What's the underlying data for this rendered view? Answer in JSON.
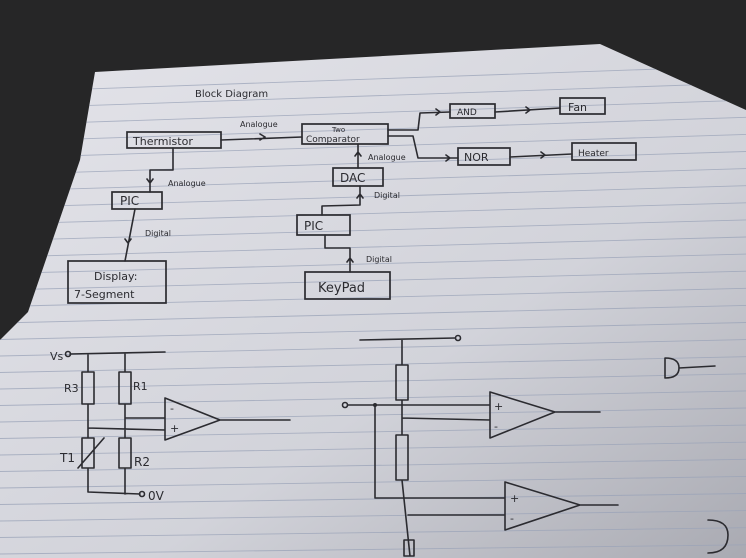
{
  "title": "Block Diagram",
  "blocks": {
    "thermistor": "Thermistor",
    "pic_left": "PIC",
    "display_line1": "Display:",
    "display_line2": "7-Segment",
    "comparator_line1": "Two",
    "comparator_line2": "Comparator",
    "dac": "DAC",
    "pic_right": "PIC",
    "keypad": "KeyPad",
    "and_gate": "AND",
    "nor_gate": "NOR",
    "fan": "Fan",
    "heater": "Heater"
  },
  "signals": {
    "thermistor_to_comparator": "Analogue",
    "thermistor_to_pic": "Analogue",
    "pic_to_display": "Digital",
    "dac_to_comparator": "Analogue",
    "pic_to_dac": "Digital",
    "keypad_to_pic": "Digital"
  },
  "circuit": {
    "supply": "Vs",
    "r3": "R3",
    "r1": "R1",
    "r2": "R2",
    "t1": "T1",
    "ground": "0V",
    "plus": "+",
    "minus": "-"
  }
}
